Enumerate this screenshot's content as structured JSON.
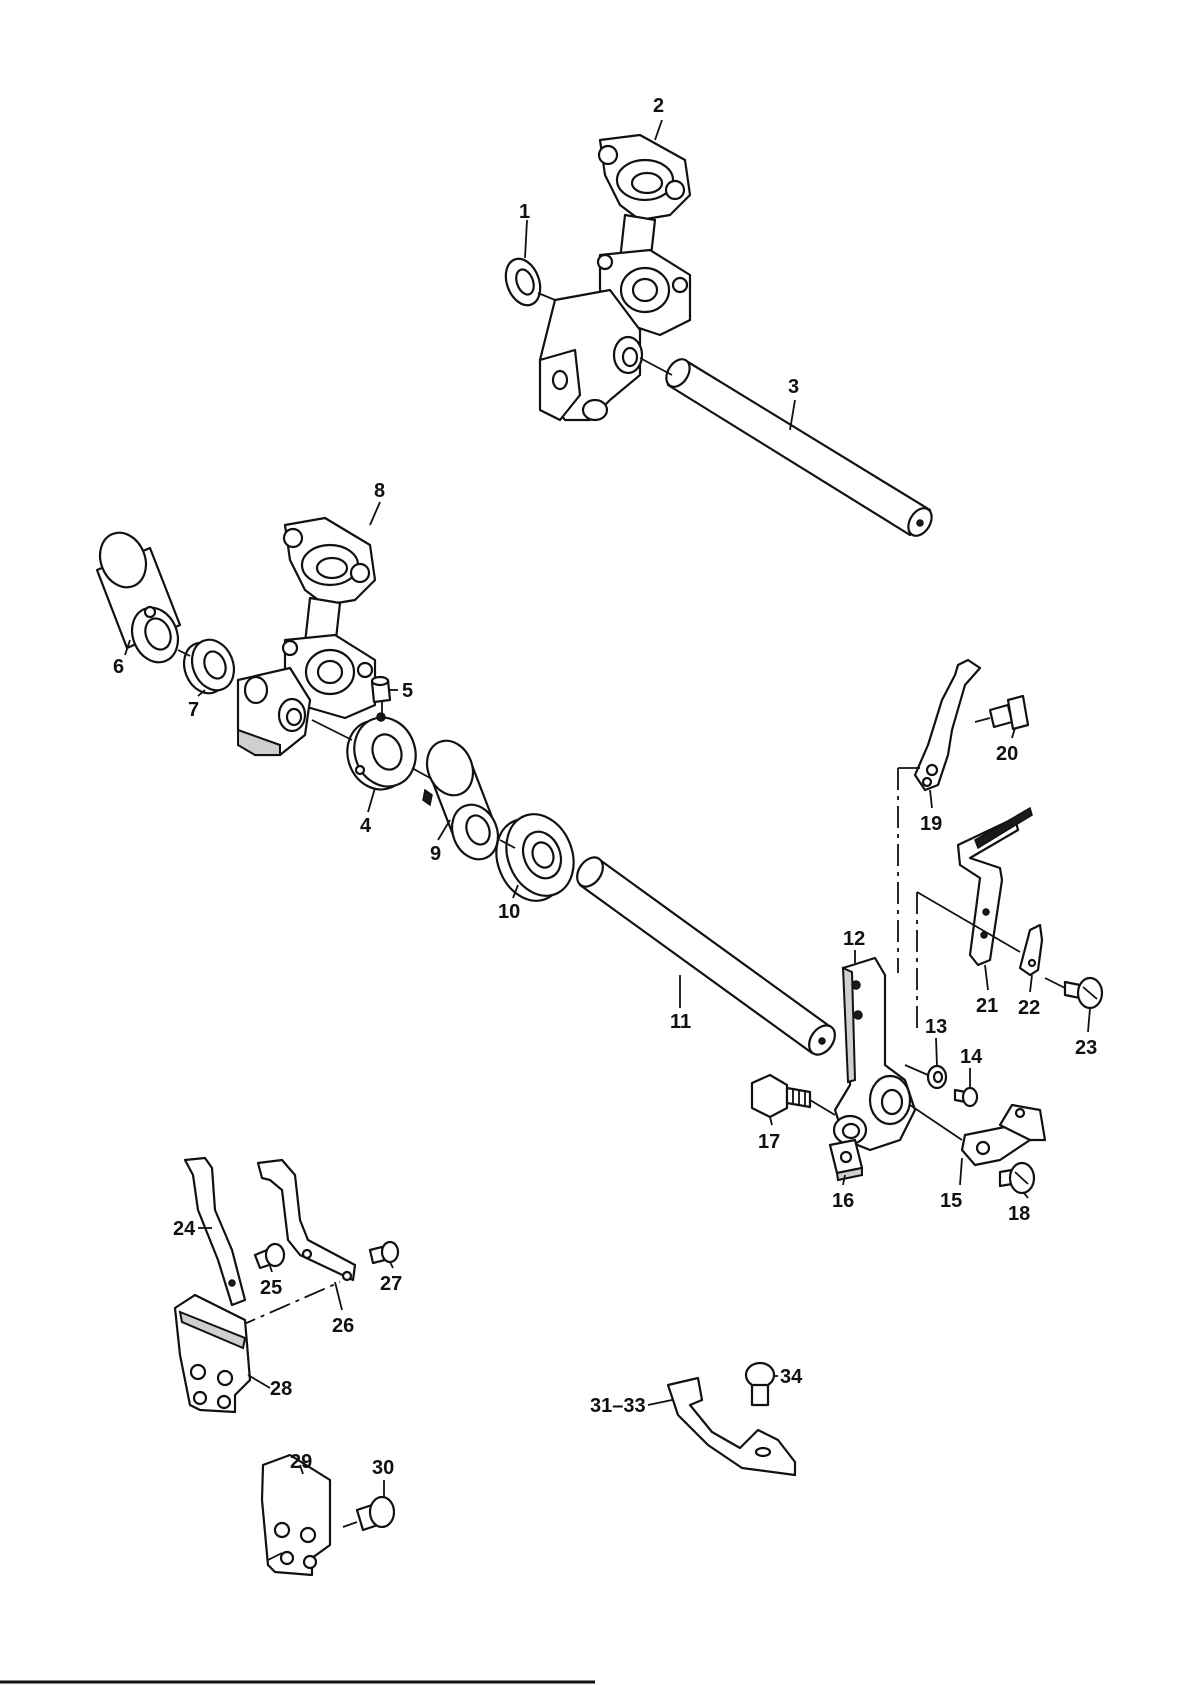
{
  "diagram": {
    "labels": {
      "l1": "1",
      "l2": "2",
      "l3": "3",
      "l4": "4",
      "l5": "5",
      "l6": "6",
      "l7": "7",
      "l8": "8",
      "l9": "9",
      "l10": "10",
      "l11": "11",
      "l12": "12",
      "l13": "13",
      "l14": "14",
      "l15": "15",
      "l16": "16",
      "l17": "17",
      "l18": "18",
      "l19": "19",
      "l20": "20",
      "l21": "21",
      "l22": "22",
      "l23": "23",
      "l24": "24",
      "l25": "25",
      "l26": "26",
      "l27": "27",
      "l28": "28",
      "l29": "29",
      "l30": "30",
      "l31_33": "31–33",
      "l34": "34"
    }
  }
}
